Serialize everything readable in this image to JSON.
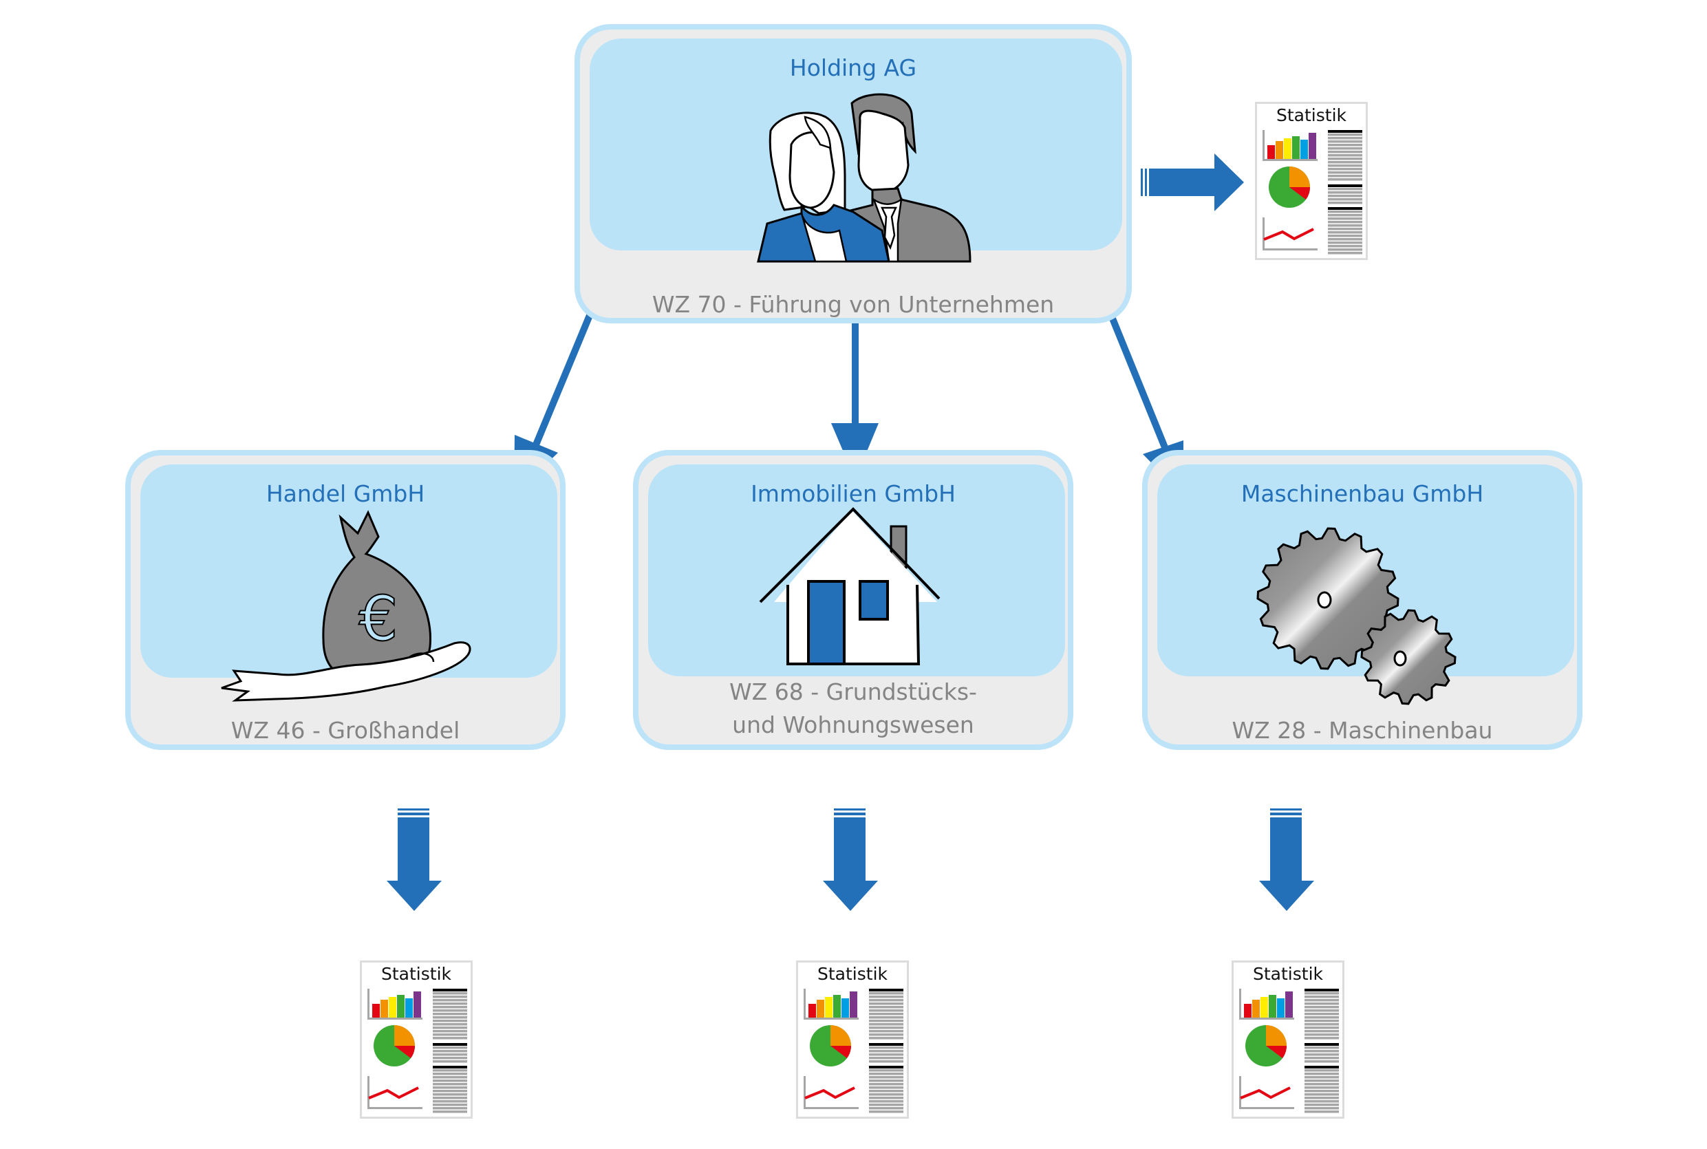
{
  "diagram": {
    "holding": {
      "name": "Holding AG",
      "classification": "WZ 70 - Führung von Unternehmen",
      "icon": "business-people-icon"
    },
    "subsidiaries": [
      {
        "name": "Handel GmbH",
        "classification_lines": [
          "WZ 46 - Großhandel"
        ],
        "icon": "money-bag-euro-icon"
      },
      {
        "name": "Immobilien GmbH",
        "classification_lines": [
          "WZ 68 - Grundstücks-",
          "und Wohnungswesen"
        ],
        "icon": "house-icon"
      },
      {
        "name": "Maschinenbau GmbH",
        "classification_lines": [
          "WZ 28 - Maschinenbau"
        ],
        "icon": "gears-icon"
      }
    ],
    "statistics_docs": [
      {
        "label": "Statistik",
        "attached_to": "Holding AG"
      },
      {
        "label": "Statistik",
        "attached_to": "Handel GmbH"
      },
      {
        "label": "Statistik",
        "attached_to": "Immobilien GmbH"
      },
      {
        "label": "Statistik",
        "attached_to": "Maschinenbau GmbH"
      }
    ],
    "connections": [
      {
        "from": "Holding AG",
        "to": "Handel GmbH"
      },
      {
        "from": "Holding AG",
        "to": "Immobilien GmbH"
      },
      {
        "from": "Holding AG",
        "to": "Maschinenbau GmbH"
      },
      {
        "from": "Holding AG",
        "to": "Statistik"
      },
      {
        "from": "Handel GmbH",
        "to": "Statistik"
      },
      {
        "from": "Immobilien GmbH",
        "to": "Statistik"
      },
      {
        "from": "Maschinenbau GmbH",
        "to": "Statistik"
      }
    ],
    "colors": {
      "arrow": "#2470b8",
      "box_border": "#bde3f8",
      "box_fill": "#ececec",
      "panel_fill": "#bbe3f8",
      "title_text": "#2470b8",
      "subtitle_text": "#848484"
    }
  }
}
